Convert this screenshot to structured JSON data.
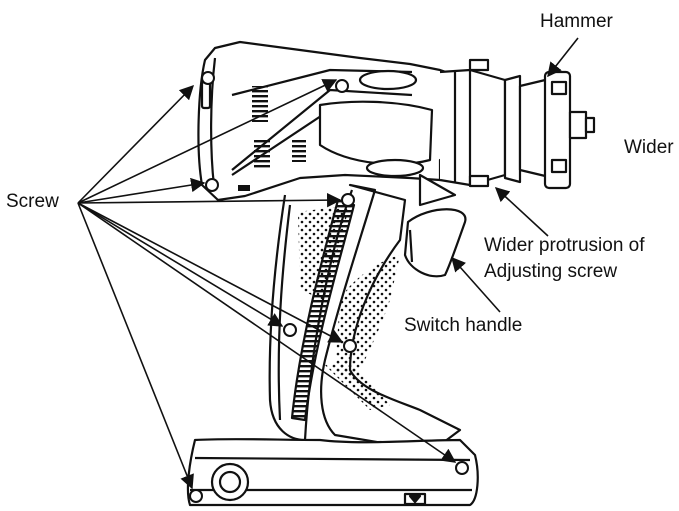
{
  "labels": {
    "screw": "Screw",
    "hammer": "Hammer",
    "wider_cut": "Wider",
    "wider_protrusion": "Wider protrusion of",
    "adjusting_screw": "Adjusting screw",
    "switch_handle": "Switch handle"
  },
  "colors": {
    "line": "#111111",
    "background": "#ffffff"
  }
}
